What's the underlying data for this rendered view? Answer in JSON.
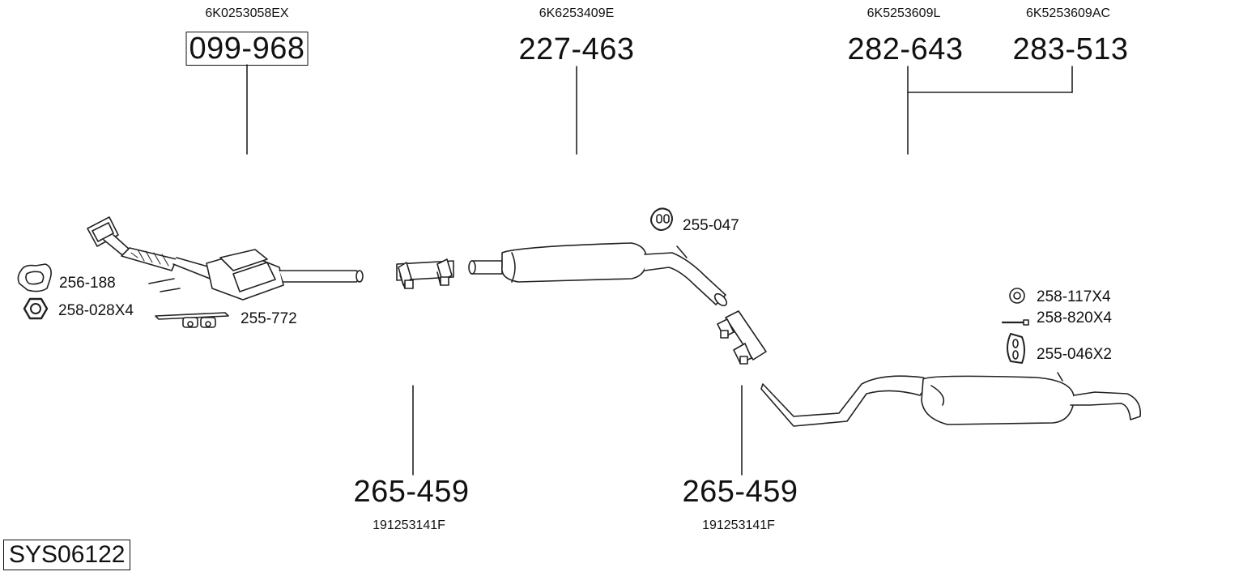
{
  "top_parts": [
    {
      "oem": "6K0253058EX",
      "part": "099-968"
    },
    {
      "oem": "6K6253409E",
      "part": "227-463"
    },
    {
      "oem": "6K5253609L",
      "part": "282-643"
    },
    {
      "oem": "6K5253609AC",
      "part": "283-513"
    }
  ],
  "bottom_parts": [
    {
      "part": "265-459",
      "oem": "191253141F"
    },
    {
      "part": "265-459",
      "oem": "191253141F"
    }
  ],
  "small_parts": {
    "gasket": "256-188",
    "nut": "258-028X4",
    "bracket": "255-772",
    "hanger_mid": "255-047",
    "washer": "258-117X4",
    "bolt": "258-820X4",
    "hanger_rear": "255-046X2"
  },
  "system_id": "SYS06122"
}
